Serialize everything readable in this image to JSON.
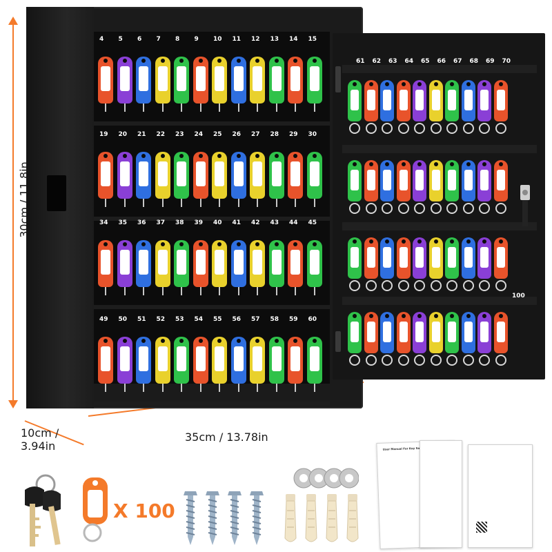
{
  "dimensions": {
    "height_label": "30cm / 11.8in",
    "depth_label_1": "10cm /",
    "depth_label_2": "3.94in",
    "width_label": "35cm / 13.78in"
  },
  "cabinet": {
    "rows": [
      {
        "numbers": [
          "4",
          "5",
          "6",
          "7",
          "8",
          "9",
          "10",
          "11",
          "12",
          "13",
          "14",
          "15"
        ]
      },
      {
        "numbers": [
          "19",
          "20",
          "21",
          "22",
          "23",
          "24",
          "25",
          "26",
          "27",
          "28",
          "29",
          "30"
        ]
      },
      {
        "numbers": [
          "34",
          "35",
          "36",
          "37",
          "38",
          "39",
          "40",
          "41",
          "42",
          "43",
          "44",
          "45"
        ]
      },
      {
        "numbers": [
          "49",
          "50",
          "51",
          "52",
          "53",
          "54",
          "55",
          "56",
          "57",
          "58",
          "59",
          "60"
        ]
      }
    ],
    "door_top_numbers": [
      "61",
      "62",
      "63",
      "64",
      "65",
      "66",
      "67",
      "68",
      "69",
      "70"
    ],
    "door_last_number": "100",
    "tag_colors": [
      "#e8532b",
      "#8a3fd6",
      "#2f6fe0",
      "#e9d12c",
      "#2fc24a",
      "#e8532b",
      "#e9d12c",
      "#2f6fe0",
      "#e9d12c",
      "#2fc24a",
      "#e8532b",
      "#2fc24a"
    ]
  },
  "accessories": {
    "tag_count_label": "X 100",
    "accent_color": "#f47a2a"
  },
  "manual": {
    "title": "User Manual For Key Safe"
  }
}
